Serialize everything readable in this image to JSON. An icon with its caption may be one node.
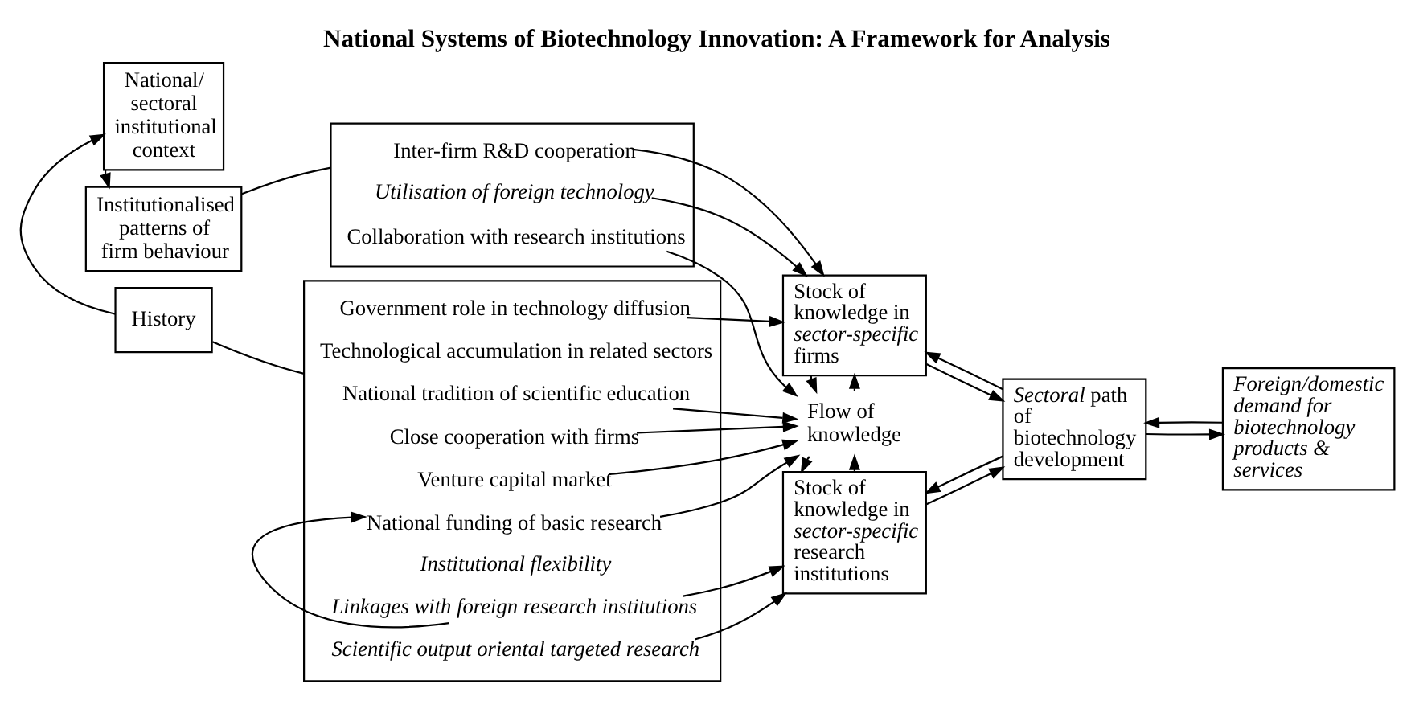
{
  "diagram": {
    "title": "National Systems of Biotechnology Innovation: A Framework for Analysis",
    "nodes": [
      {
        "text": [
          "History"
        ]
      },
      {
        "text": [
          "National/ sectoral institutional context"
        ]
      },
      {
        "text": [
          "Institutionalised patterns of firm behaviour"
        ]
      },
      {
        "text": [],
        "shape": "box"
      },
      {
        "text": [
          "Institutional flexibility"
        ],
        "in": 3
      },
      {
        "text": [
          "Scientific output oriental targeted research"
        ],
        "in": 3
      },
      {
        "text": [
          "Linkages with foreign research institutions"
        ],
        "in": 3
      },
      {
        "text": [
          "National funding of basic research"
        ],
        "in": 3
      },
      {
        "text": [
          "National tradition of scientific education"
        ],
        "in": 3
      },
      {
        "text": [
          "Close cooperation with firms"
        ],
        "in": 3
      },
      {
        "text": [
          "Venture capital market"
        ],
        "in": 3
      },
      {
        "text": [
          "Government role in technology diffusion"
        ],
        "in": 3
      },
      {
        "text": [
          "Technological accumulation in related sectors"
        ],
        "in": 3
      },
      {
        "text": [],
        "shape": "box"
      },
      {
        "text": [
          "Collaboration with research institutions"
        ],
        "in": 13
      },
      {
        "text": [
          "Inter-firm R&D cooperation"
        ],
        "in": 13
      },
      {
        "text": [
          "Utilisation of foreign technology"
        ],
        "in": 13
      },
      {
        "text": [
          "Stock of knowledge in *sector-specific* research institutions"
        ]
      },
      {
        "text": [
          "Flow of knowledge"
        ]
      },
      {
        "text": [
          "*Sectoral* path of biotechnology development"
        ]
      },
      {
        "text": [
          "Stock of knowledge in *sector-specific* firms"
        ]
      },
      {
        "text": [
          "Foreign/domestic demand for biotechnology products & services"
        ]
      }
    ],
    "edges": [
      {
        "from": 0,
        "to": 3,
        "arrow": "none"
      },
      {
        "from": 0,
        "to": 1,
        "arrow": "to"
      },
      {
        "from": 1,
        "to": 2,
        "arrow": "to"
      },
      {
        "from": 2,
        "to": 13,
        "arrow": "none"
      },
      {
        "from": 5,
        "to": 17,
        "arrow": "to"
      },
      {
        "from": 6,
        "to": 17,
        "arrow": "to"
      },
      {
        "from": 6,
        "to": 7,
        "arrow": "to"
      },
      {
        "from": 7,
        "to": 18,
        "arrow": "to"
      },
      {
        "from": 8,
        "to": 18,
        "arrow": "to"
      },
      {
        "from": 9,
        "to": 18,
        "arrow": "to"
      },
      {
        "from": 10,
        "to": 18,
        "arrow": "to"
      },
      {
        "from": 11,
        "to": 20,
        "arrow": "to"
      },
      {
        "from": 14,
        "to": 18,
        "arrow": "to"
      },
      {
        "from": 15,
        "to": 20,
        "arrow": "to"
      },
      {
        "from": 16,
        "to": 20,
        "arrow": "to"
      },
      {
        "from": 17,
        "to": 18,
        "arrow": "to"
      },
      {
        "from": 18,
        "to": 17,
        "arrow": "to"
      },
      {
        "from": 18,
        "to": 20,
        "arrow": "to"
      },
      {
        "from": 20,
        "to": 18,
        "arrow": "to"
      },
      {
        "from": 19,
        "to": 17,
        "arrow": "to"
      },
      {
        "from": 17,
        "to": 19,
        "arrow": "to"
      },
      {
        "from": 20,
        "to": 19,
        "arrow": "to"
      },
      {
        "from": 19,
        "to": 20,
        "arrow": "to"
      },
      {
        "from": 19,
        "to": 21,
        "arrow": "to"
      },
      {
        "from": 21,
        "to": 19,
        "arrow": "to"
      }
    ]
  }
}
